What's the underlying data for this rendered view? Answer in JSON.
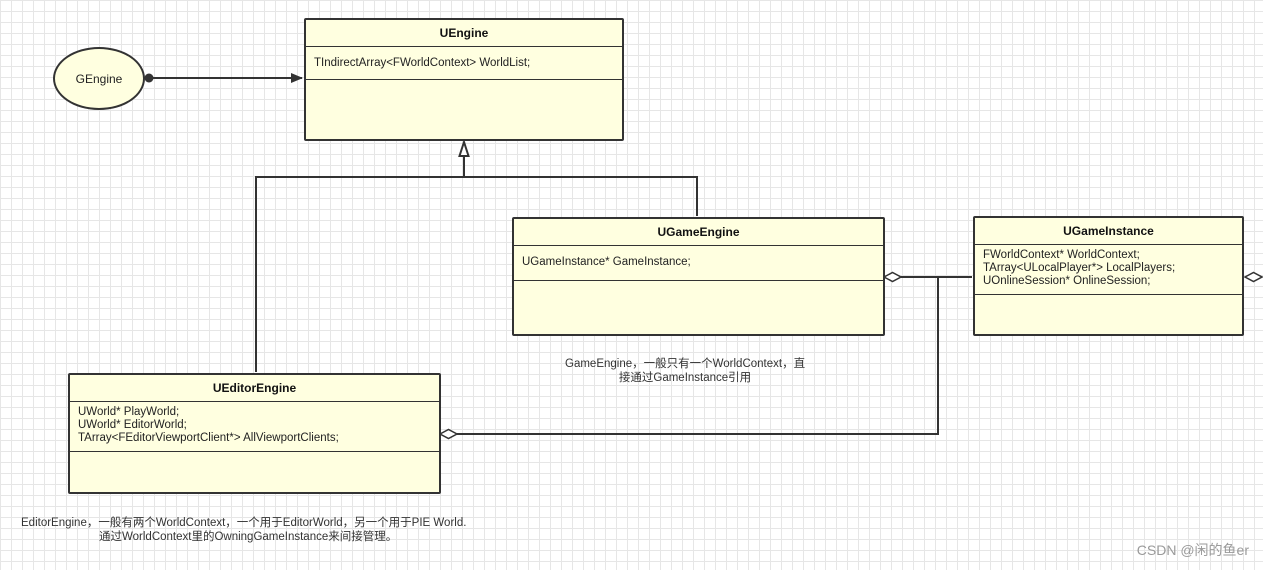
{
  "gengine": {
    "label": "GEngine"
  },
  "uengine": {
    "title": "UEngine",
    "attributes": [
      "TIndirectArray<FWorldContext> WorldList;"
    ]
  },
  "ugameengine": {
    "title": "UGameEngine",
    "attributes": [
      "UGameInstance* GameInstance;"
    ]
  },
  "ugameinstance": {
    "title": "UGameInstance",
    "attributes": [
      "FWorldContext* WorldContext;",
      "TArray<ULocalPlayer*> LocalPlayers;",
      "UOnlineSession* OnlineSession;"
    ]
  },
  "ueditorengine": {
    "title": "UEditorEngine",
    "attributes": [
      "UWorld* PlayWorld;",
      "UWorld* EditorWorld;",
      "TArray<FEditorViewportClient*> AllViewportClients;"
    ]
  },
  "notes": {
    "game_engine_line1": "GameEngine，一般只有一个WorldContext，直",
    "game_engine_line2": "接通过GameInstance引用",
    "editor_engine_line1": "EditorEngine，一般有两个WorldContext，一个用于EditorWorld，另一个用于PIE World.",
    "editor_engine_line2": "通过WorldContext里的OwningGameInstance来间接管理。"
  },
  "watermark": "CSDN @闲的鱼er",
  "colors": {
    "class_fill": "#ffffe0",
    "stroke": "#333333",
    "grid": "#e6e6e6"
  }
}
